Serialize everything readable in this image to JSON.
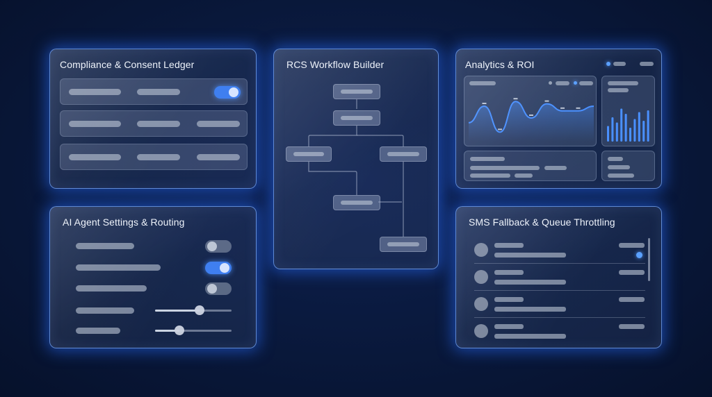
{
  "panels": {
    "compliance": {
      "title": "Compliance & Consent Ledger",
      "toggle_on": true
    },
    "workflow": {
      "title": "RCS Workflow Builder"
    },
    "analytics": {
      "title": "Analytics & ROI"
    },
    "agent": {
      "title": "AI Agent Settings & Routing",
      "toggles": [
        false,
        true,
        false
      ],
      "sliders": [
        0.58,
        0.32
      ]
    },
    "sms": {
      "title": "SMS Fallback & Queue Throttling"
    }
  },
  "chart_data": [
    {
      "type": "line",
      "x": [
        1,
        2,
        3,
        4,
        5,
        6,
        7,
        8,
        9
      ],
      "values": [
        40,
        75,
        20,
        85,
        50,
        80,
        65,
        65,
        75
      ],
      "grid": false
    },
    {
      "type": "bar",
      "values": [
        0.45,
        0.7,
        0.55,
        0.95,
        0.8,
        0.4,
        0.65,
        0.85,
        0.6,
        0.9
      ],
      "grid": false
    }
  ],
  "colors": {
    "accent": "#3f7ff0",
    "line": "#4a90ff",
    "glow": "#2a6eff"
  }
}
